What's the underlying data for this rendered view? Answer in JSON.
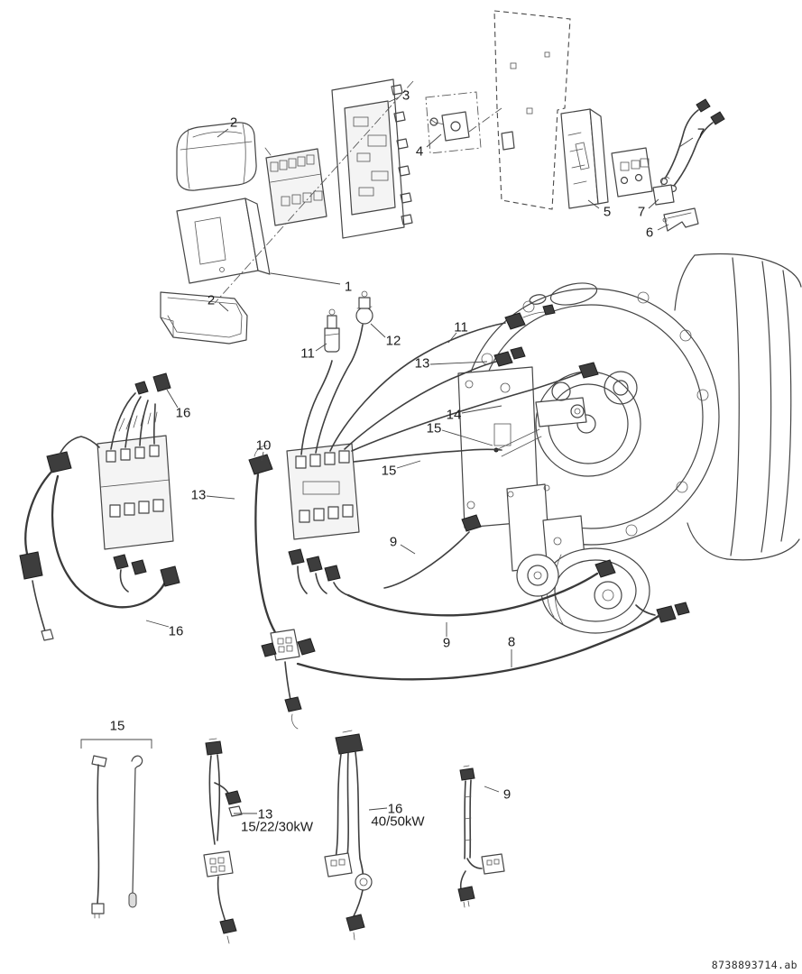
{
  "ref_number": "8738893714.ab",
  "callouts": [
    {
      "text": "2"
    },
    {
      "text": "3"
    },
    {
      "text": "4"
    },
    {
      "text": "5"
    },
    {
      "text": "7"
    },
    {
      "text": "7"
    },
    {
      "text": "6"
    },
    {
      "text": "1"
    },
    {
      "text": "2"
    },
    {
      "text": "11"
    },
    {
      "text": "12"
    },
    {
      "text": "11"
    },
    {
      "text": "13"
    },
    {
      "text": "14"
    },
    {
      "text": "15"
    },
    {
      "text": "15"
    },
    {
      "text": "16"
    },
    {
      "text": "10"
    },
    {
      "text": "13"
    },
    {
      "text": "9"
    },
    {
      "text": "16"
    },
    {
      "text": "9"
    },
    {
      "text": "8"
    },
    {
      "text": "15"
    },
    {
      "text": "13"
    },
    {
      "text": "15/22/30kW"
    },
    {
      "text": "16"
    },
    {
      "text": "40/50kW"
    },
    {
      "text": "9"
    }
  ]
}
